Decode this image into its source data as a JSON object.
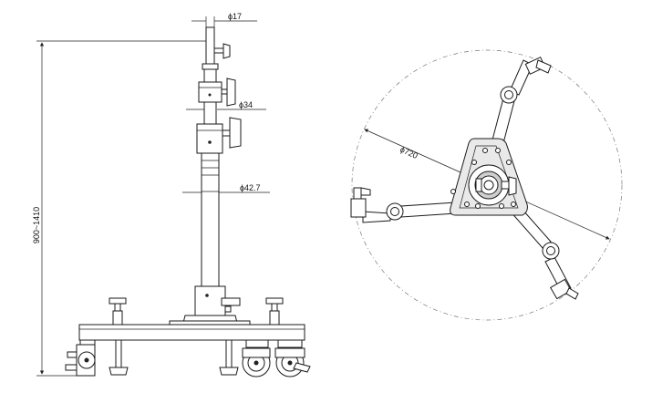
{
  "dimensions": {
    "height_range": "900~1410",
    "dia_top_tube": "ϕ17",
    "dia_mid_tube": "ϕ34",
    "dia_low_tube": "ϕ42.7",
    "dia_footprint": "ϕ720"
  },
  "colors": {
    "line": "#1a1a1a",
    "fill_light": "#e9e9e9",
    "fill_mid": "#cfcfcf",
    "circle_dash": "#777777"
  }
}
